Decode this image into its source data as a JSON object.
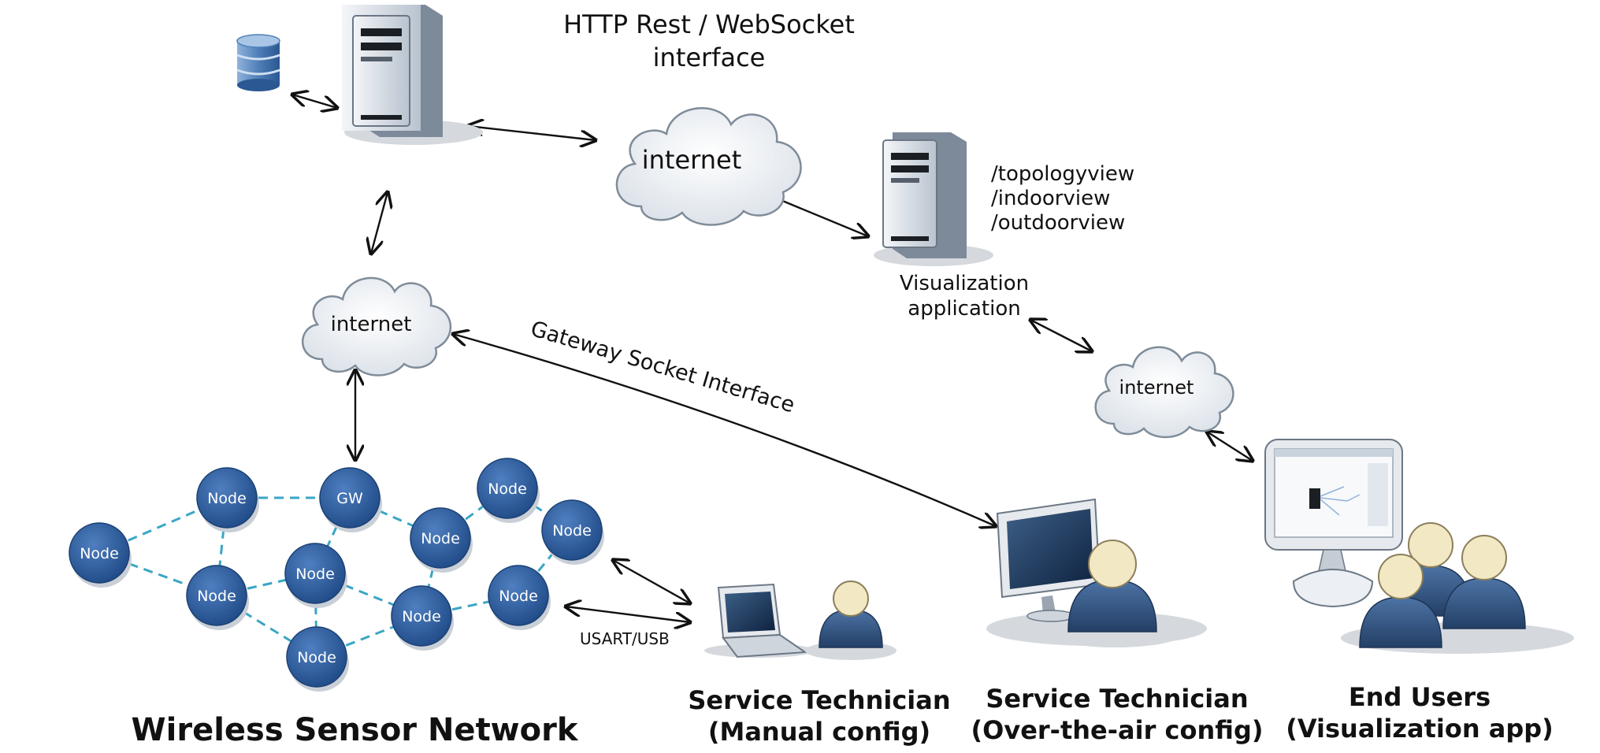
{
  "colors": {
    "node_fill": "#2d5a9a",
    "mesh_line": "#3aa6c4",
    "arrow": "#111111",
    "cloud_fill": "#eef2f6",
    "cloud_stroke": "#7f8c99",
    "server_body": "#e4e8ee",
    "person_body": "#3a5f8f",
    "person_head": "#f2e8c4"
  },
  "labels": {
    "http_interface": "HTTP Rest / WebSocket interface",
    "internet_top": "internet",
    "internet_left": "internet",
    "internet_right": "internet",
    "routes": [
      "/topologyview",
      "/indoorview",
      "/outdoorview"
    ],
    "viz_app": "Visualization application",
    "gateway_socket": "Gateway Socket Interface",
    "usart": "USART/USB",
    "wsn": "Wireless Sensor Network",
    "tech_manual_1": "Service Technician",
    "tech_manual_2": "(Manual config)",
    "tech_ota_1": "Service Technician",
    "tech_ota_2": "(Over-the-air config)",
    "end_users_1": "End Users",
    "end_users_2": "(Visualization app)"
  },
  "nodes": {
    "gw": "GW",
    "node": "Node"
  },
  "icons": {
    "database": "database-icon",
    "server": "server-icon",
    "cloud": "cloud-icon",
    "laptop": "laptop-icon",
    "monitor": "monitor-icon",
    "person": "person-icon"
  }
}
